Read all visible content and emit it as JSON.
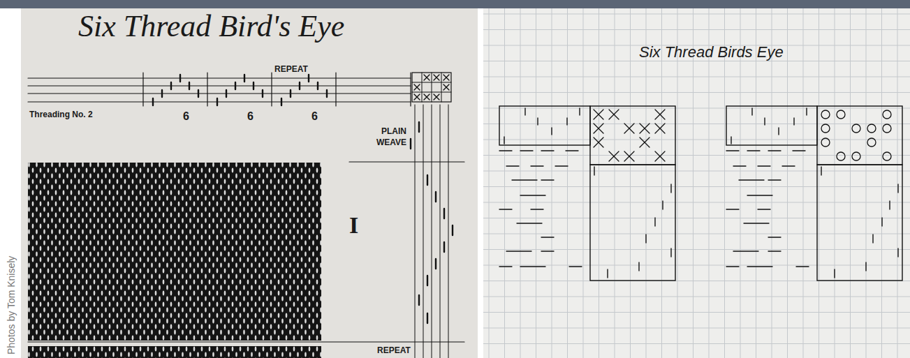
{
  "diagram": {
    "title": "Six Thread Bird's Eye",
    "labels": [
      "REPEAT",
      "Threading No. 2",
      "6",
      "6",
      "6",
      "PLAIN WEAVE",
      "I",
      "REPEAT",
      "Six Thread Birds Eye",
      "Photos by Tom Knisely"
    ]
  }
}
